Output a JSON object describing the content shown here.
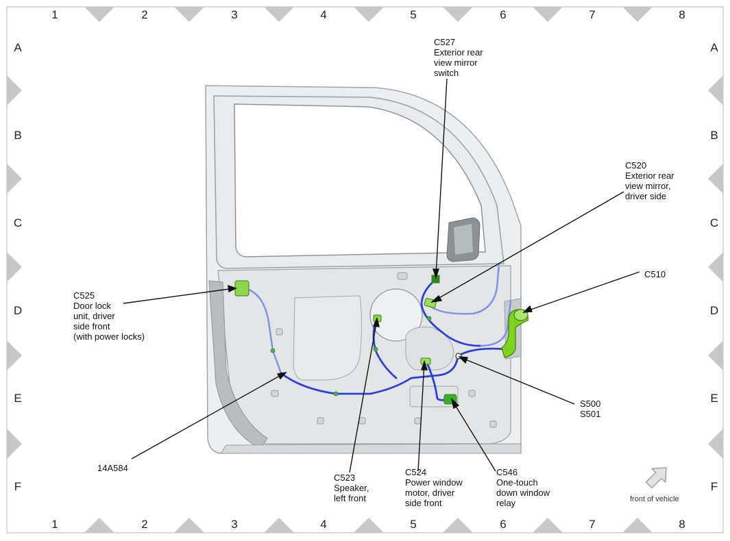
{
  "grid": {
    "columns": [
      "1",
      "2",
      "3",
      "4",
      "5",
      "6",
      "7",
      "8"
    ],
    "rows": [
      "A",
      "B",
      "C",
      "D",
      "E",
      "F"
    ]
  },
  "callouts": {
    "c527": [
      "C527",
      "Exterior rear",
      "view mirror",
      "switch"
    ],
    "c520": [
      "C520",
      "Exterior rear",
      "view mirror,",
      "driver side"
    ],
    "c525": [
      "C525",
      "Door lock",
      "unit, driver",
      "side front",
      "(with power locks)"
    ],
    "c510": [
      "C510"
    ],
    "s500": [
      "S500",
      "S501"
    ],
    "h14a": [
      "14A584"
    ],
    "c523": [
      "C523",
      "Speaker,",
      "left front"
    ],
    "c524": [
      "C524",
      "Power window",
      "motor, driver",
      "side front"
    ],
    "c546": [
      "C546",
      "One-touch",
      "down window",
      "relay"
    ]
  },
  "orientation": {
    "label": "front of vehicle",
    "icon": "arrow-up-right-icon"
  },
  "colors": {
    "harness": "#2c3fd6",
    "harness_light": "#7f93e8",
    "connector": "#7ed321",
    "door_panel": "#e7e9ea",
    "door_outline": "#9aa0a3",
    "frame_marker": "#c8c8c8"
  }
}
